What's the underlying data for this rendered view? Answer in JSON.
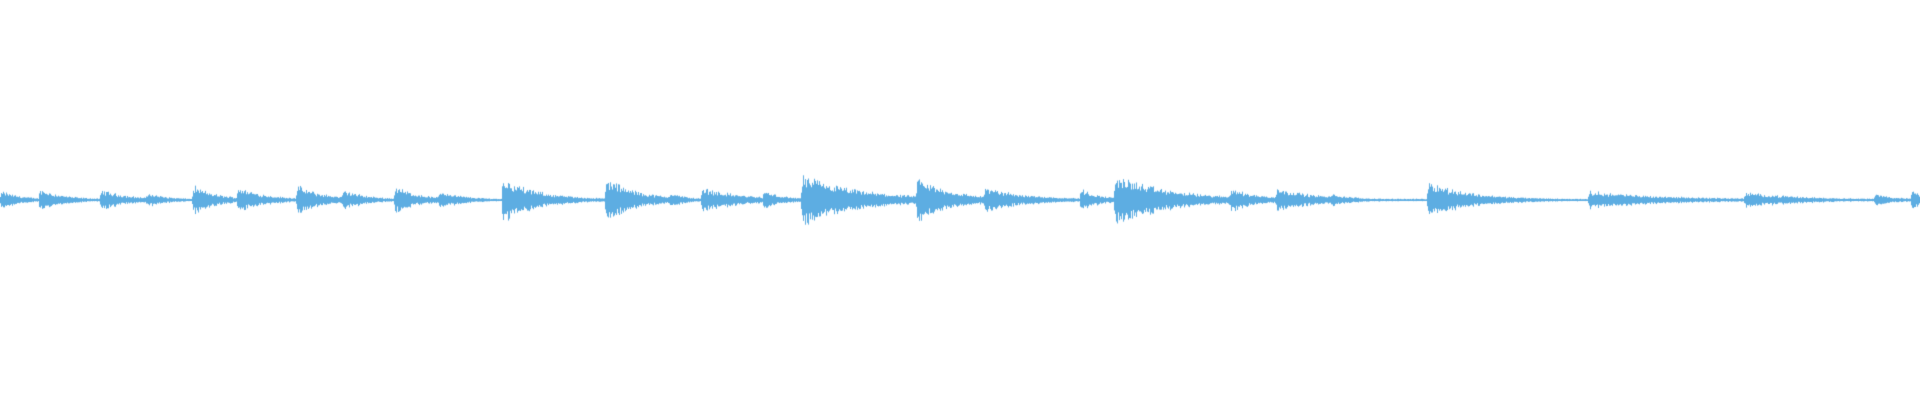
{
  "waveform": {
    "color": "#5dade2",
    "background": "#ffffff",
    "baseline_amplitude": 0.006,
    "duration": 1.0,
    "onsets": [
      {
        "t": 0.0,
        "peak": 0.045,
        "decay": 0.01
      },
      {
        "t": 0.02,
        "peak": 0.055,
        "decay": 0.012
      },
      {
        "t": 0.052,
        "peak": 0.05,
        "decay": 0.014
      },
      {
        "t": 0.076,
        "peak": 0.035,
        "decay": 0.01
      },
      {
        "t": 0.1,
        "peak": 0.07,
        "decay": 0.012
      },
      {
        "t": 0.123,
        "peak": 0.065,
        "decay": 0.014
      },
      {
        "t": 0.154,
        "peak": 0.07,
        "decay": 0.014
      },
      {
        "t": 0.178,
        "peak": 0.05,
        "decay": 0.012
      },
      {
        "t": 0.205,
        "peak": 0.07,
        "decay": 0.012
      },
      {
        "t": 0.228,
        "peak": 0.045,
        "decay": 0.012
      },
      {
        "t": 0.261,
        "peak": 0.11,
        "decay": 0.018
      },
      {
        "t": 0.315,
        "peak": 0.11,
        "decay": 0.016
      },
      {
        "t": 0.348,
        "peak": 0.04,
        "decay": 0.008
      },
      {
        "t": 0.365,
        "peak": 0.06,
        "decay": 0.02
      },
      {
        "t": 0.397,
        "peak": 0.045,
        "decay": 0.01
      },
      {
        "t": 0.417,
        "peak": 0.12,
        "decay": 0.03
      },
      {
        "t": 0.477,
        "peak": 0.11,
        "decay": 0.018
      },
      {
        "t": 0.512,
        "peak": 0.06,
        "decay": 0.022
      },
      {
        "t": 0.562,
        "peak": 0.055,
        "decay": 0.01
      },
      {
        "t": 0.58,
        "peak": 0.125,
        "decay": 0.028
      },
      {
        "t": 0.64,
        "peak": 0.06,
        "decay": 0.014
      },
      {
        "t": 0.664,
        "peak": 0.06,
        "decay": 0.02
      },
      {
        "t": 0.692,
        "peak": 0.03,
        "decay": 0.012
      },
      {
        "t": 0.743,
        "peak": 0.09,
        "decay": 0.022
      },
      {
        "t": 0.827,
        "peak": 0.04,
        "decay": 0.04
      },
      {
        "t": 0.908,
        "peak": 0.035,
        "decay": 0.03
      },
      {
        "t": 0.976,
        "peak": 0.03,
        "decay": 0.01
      },
      {
        "t": 0.995,
        "peak": 0.06,
        "decay": 0.006
      }
    ]
  }
}
